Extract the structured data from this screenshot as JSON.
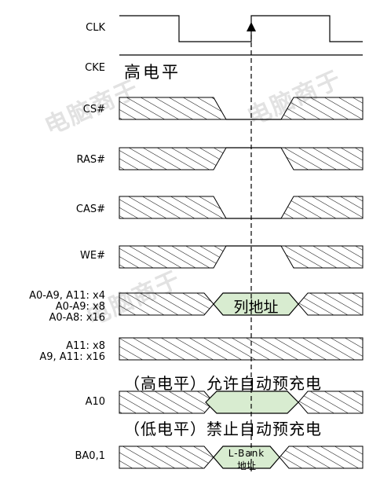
{
  "signals": {
    "clk": "CLK",
    "cke": "CKE",
    "cs": "CS#",
    "ras": "RAS#",
    "cas": "CAS#",
    "we": "WE#",
    "addr_lines": [
      "A0-A9, A11: x4",
      "A0-A9: x8",
      "A0-A8: x16"
    ],
    "a11_lines": [
      "A11: x8",
      "A9, A11: x16"
    ],
    "a10": "A10",
    "ba": "BA0,1"
  },
  "annotations": {
    "cke_level": "高电平",
    "column_address": "列地址",
    "a10_high": "（高电平）允许自动预充电",
    "a10_low": "（低电平）禁止自动预充电",
    "lbank_line1": "L-Bank",
    "lbank_line2": "地址"
  },
  "watermark": {
    "text": "电脑商于"
  },
  "colors": {
    "valid_fill": "#d8ecd0",
    "line": "#000000"
  }
}
